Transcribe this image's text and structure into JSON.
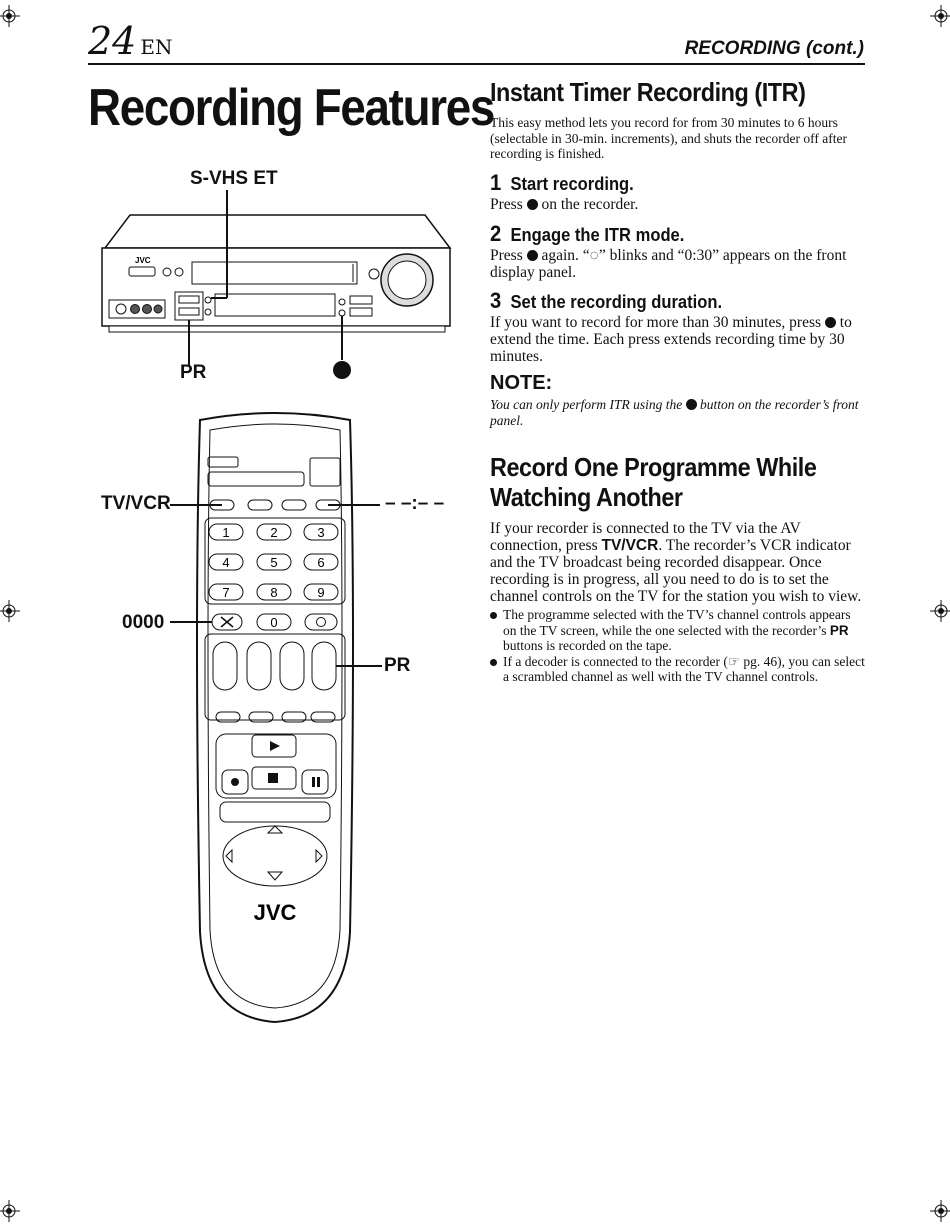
{
  "header": {
    "page_number": "24",
    "lang": "EN",
    "section": "RECORDING (cont.)"
  },
  "title": "Recording Features",
  "labels": {
    "svhs": "S-VHS ET",
    "pr_left": "PR",
    "tvvcr": "TV/VCR",
    "dash": "– –:– –",
    "zeros": "0000",
    "pr_right": "PR",
    "brand": "JVC",
    "vcr_brand": "JVC"
  },
  "remote_keys": [
    "1",
    "2",
    "3",
    "4",
    "5",
    "6",
    "7",
    "8",
    "9",
    "0"
  ],
  "itr": {
    "heading": "Instant Timer Recording (ITR)",
    "intro": "This easy method lets you record for from 30 minutes to 6 hours (selectable in 30-min. increments), and shuts the recorder off after recording is finished.",
    "steps": [
      {
        "num": "1",
        "title": "Start recording.",
        "a": "Press",
        "b": "on the recorder."
      },
      {
        "num": "2",
        "title": "Engage the ITR mode.",
        "a": "Press",
        "b": "again. “◌” blinks and “0:30” appears on the front display panel."
      },
      {
        "num": "3",
        "title": "Set the recording duration.",
        "a": "If you want to record for more than 30 minutes, press",
        "b": "to extend the time. Each press extends recording time by 30 minutes."
      }
    ],
    "note_title": "NOTE:",
    "note_a": "You can only perform ITR using the",
    "note_b": "button on the recorder’s front panel."
  },
  "record_one": {
    "heading_l1": "Record One Programme While",
    "heading_l2": "Watching Another",
    "p_a": "If your recorder is connected to the TV via the AV connection, press",
    "p_bold": "TV/VCR",
    "p_b": ". The recorder’s VCR indicator and the TV broadcast being recorded disappear. Once recording is in progress, all you need to do is to set the channel controls on the TV for the station you wish to view.",
    "b1_a": "The programme selected with the TV’s channel controls appears on the TV screen, while the one selected with the recorder’s",
    "b1_bold": "PR",
    "b1_b": "buttons is recorded on the tape.",
    "b2_a": "If a decoder is connected to the recorder (",
    "b2_icon": "☞",
    "b2_b": "pg. 46), you can select a scrambled channel as well with the TV channel controls."
  }
}
